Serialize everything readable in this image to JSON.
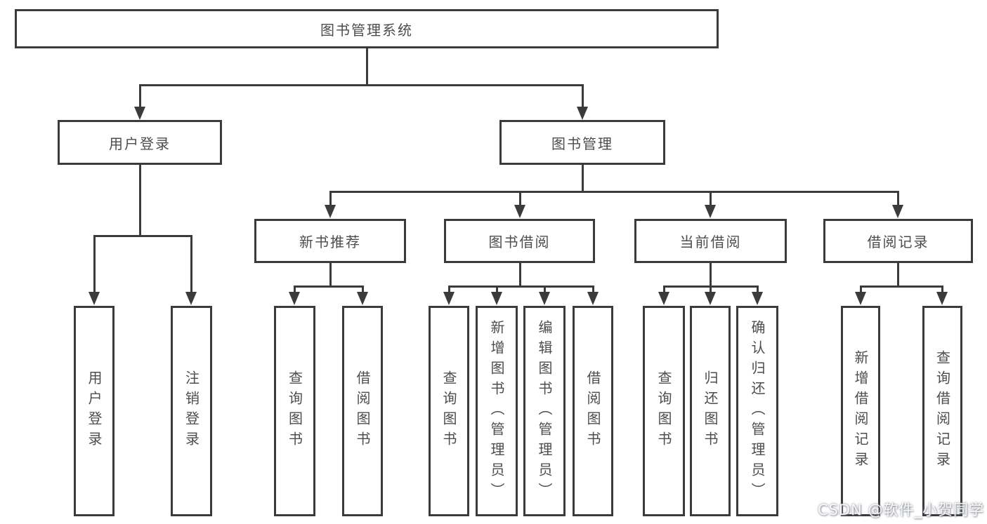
{
  "diagram": {
    "title": "图书管理系统",
    "type": "hierarchy-tree",
    "nodes": [
      {
        "id": "root",
        "label": "图书管理系统",
        "parent": null,
        "orientation": "horizontal"
      },
      {
        "id": "user-login",
        "label": "用户登录",
        "parent": "root",
        "orientation": "horizontal"
      },
      {
        "id": "book-mgmt",
        "label": "图书管理",
        "parent": "root",
        "orientation": "horizontal"
      },
      {
        "id": "new-book-rec",
        "label": "新书推荐",
        "parent": "book-mgmt",
        "orientation": "horizontal"
      },
      {
        "id": "book-borrow",
        "label": "图书借阅",
        "parent": "book-mgmt",
        "orientation": "horizontal"
      },
      {
        "id": "current-borrow",
        "label": "当前借阅",
        "parent": "book-mgmt",
        "orientation": "horizontal"
      },
      {
        "id": "borrow-records",
        "label": "借阅记录",
        "parent": "book-mgmt",
        "orientation": "horizontal"
      },
      {
        "id": "leaf-user-login",
        "label": "用户登录",
        "parent": "user-login",
        "orientation": "vertical"
      },
      {
        "id": "leaf-logout",
        "label": "注销登录",
        "parent": "user-login",
        "orientation": "vertical"
      },
      {
        "id": "nbr-query",
        "label": "查询图书",
        "parent": "new-book-rec",
        "orientation": "vertical"
      },
      {
        "id": "nbr-borrow",
        "label": "借阅图书",
        "parent": "new-book-rec",
        "orientation": "vertical"
      },
      {
        "id": "bb-query",
        "label": "查询图书",
        "parent": "book-borrow",
        "orientation": "vertical"
      },
      {
        "id": "bb-add",
        "label": "新增图书（管理员）",
        "parent": "book-borrow",
        "orientation": "vertical"
      },
      {
        "id": "bb-edit",
        "label": "编辑图书（管理员）",
        "parent": "book-borrow",
        "orientation": "vertical"
      },
      {
        "id": "bb-borrow",
        "label": "借阅图书",
        "parent": "book-borrow",
        "orientation": "vertical"
      },
      {
        "id": "cb-query",
        "label": "查询图书",
        "parent": "current-borrow",
        "orientation": "vertical"
      },
      {
        "id": "cb-return",
        "label": "归还图书",
        "parent": "current-borrow",
        "orientation": "vertical"
      },
      {
        "id": "cb-confirm",
        "label": "确认归还（管理员）",
        "parent": "current-borrow",
        "orientation": "vertical"
      },
      {
        "id": "br-add",
        "label": "新增借阅记录",
        "parent": "borrow-records",
        "orientation": "vertical"
      },
      {
        "id": "br-query",
        "label": "查询借阅记录",
        "parent": "borrow-records",
        "orientation": "vertical"
      }
    ]
  },
  "watermark": {
    "text": "CSDN @软件_小贺同学"
  },
  "colors": {
    "line": "#3b3b3b",
    "box_border": "#3b3b3b",
    "text": "#4d4d4d",
    "background": "#ffffff",
    "watermark": "#c9ccd1"
  }
}
